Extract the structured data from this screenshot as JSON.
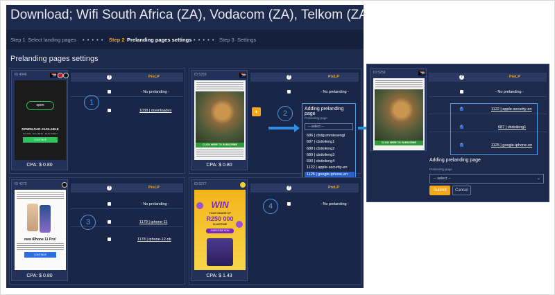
{
  "header": {
    "title": "Download; Wifi South Africa (ZA), Vodacom (ZA), Telkom (ZA), Cell C (ZA), I"
  },
  "steps": {
    "step1_num": "Step 1",
    "step1_label": "Select landing pages",
    "step2_num": "Step 2",
    "step2_label": "Prelanding pages settings",
    "step3_num": "Step 3",
    "step3_label": "Settings",
    "dots": "• • • • •"
  },
  "section_title": "Prelanding pages settings",
  "cards": [
    {
      "id": "ID 4946",
      "cpa": "CPA: $ 0.80",
      "thumb_button": "open",
      "thumb_text": "DOWNLOAD AVAILABLE",
      "thumb_subtext": "NO ADS · NO LIMITS · PLAY TODAY",
      "thumb_cta": "CONTINUE",
      "badge": "cc+"
    },
    {
      "id": "ID 5259",
      "cpa": "CPA: $ 0.80",
      "thumb_cta": "CLICK HERE TO SUBSCRIBE"
    },
    {
      "id": "ID 4272",
      "cpa": "CPA: $ 0.80",
      "thumb_headline": "new iPhone 11 Pro!",
      "thumb_cta": "CONTINUE"
    },
    {
      "id": "ID 5277",
      "cpa": "CPA: $ 1.43",
      "thumb_win": "WIN",
      "thumb_share": "YOUR SHARE OF",
      "thumb_amount": "R250 000",
      "thumb_sub": "IN AIRTIME",
      "thumb_cta": "SUBSCRIBE NOW"
    }
  ],
  "table_header": {
    "help": "?",
    "prelp": "PreLP"
  },
  "tables": [
    {
      "rows": [
        {
          "label": "- No prelanding -",
          "link": false,
          "checked": false
        },
        {
          "label": "1038 | downloaden",
          "link": true,
          "checked": false
        }
      ]
    },
    {
      "rows": [
        {
          "label": "- No prelanding -",
          "link": false,
          "checked": false
        }
      ]
    },
    {
      "rows": [
        {
          "label": "- No prelanding -",
          "link": false,
          "checked": false
        },
        {
          "label": "1179 | iphone-11",
          "link": true,
          "checked": false
        },
        {
          "label": "1178 | iphone-12-nb",
          "link": true,
          "checked": false
        }
      ]
    },
    {
      "rows": [
        {
          "label": "- No prelanding -",
          "link": false,
          "checked": false
        }
      ]
    }
  ],
  "circles": [
    "1",
    "2",
    "3",
    "4"
  ],
  "plus_button": "+",
  "adding_panel": {
    "title": "Adding prelanding page",
    "label": "Prelanding page",
    "select_placeholder": "-- select --",
    "options": [
      "686 | cbdgummiesengl",
      "687 | cbdoileng1",
      "688 | cbdoileng2",
      "689 | cbdoileng3",
      "690 | cbdoileng4",
      "1122 | apple-security-en",
      "1125 | google-iphone-en"
    ]
  },
  "right_panel": {
    "card_id": "ID 5259",
    "rows": [
      {
        "label": "- No prelanding -",
        "link": false,
        "checked": false
      },
      {
        "label": "1122 | apple-security-en",
        "link": true,
        "checked": true
      },
      {
        "label": "687 | cbdoileng1",
        "link": true,
        "checked": true
      },
      {
        "label": "1125 | google-iphone-en",
        "link": true,
        "checked": true
      }
    ],
    "adding_title": "Adding prelanding page",
    "adding_label": "Prelanding page",
    "select_placeholder": "-- select --",
    "submit": "Submit",
    "cancel": "Cancel"
  },
  "colors": {
    "bg": "#1d2a4c",
    "accent": "#f2a71c",
    "link_blue": "#4c9ce6"
  }
}
